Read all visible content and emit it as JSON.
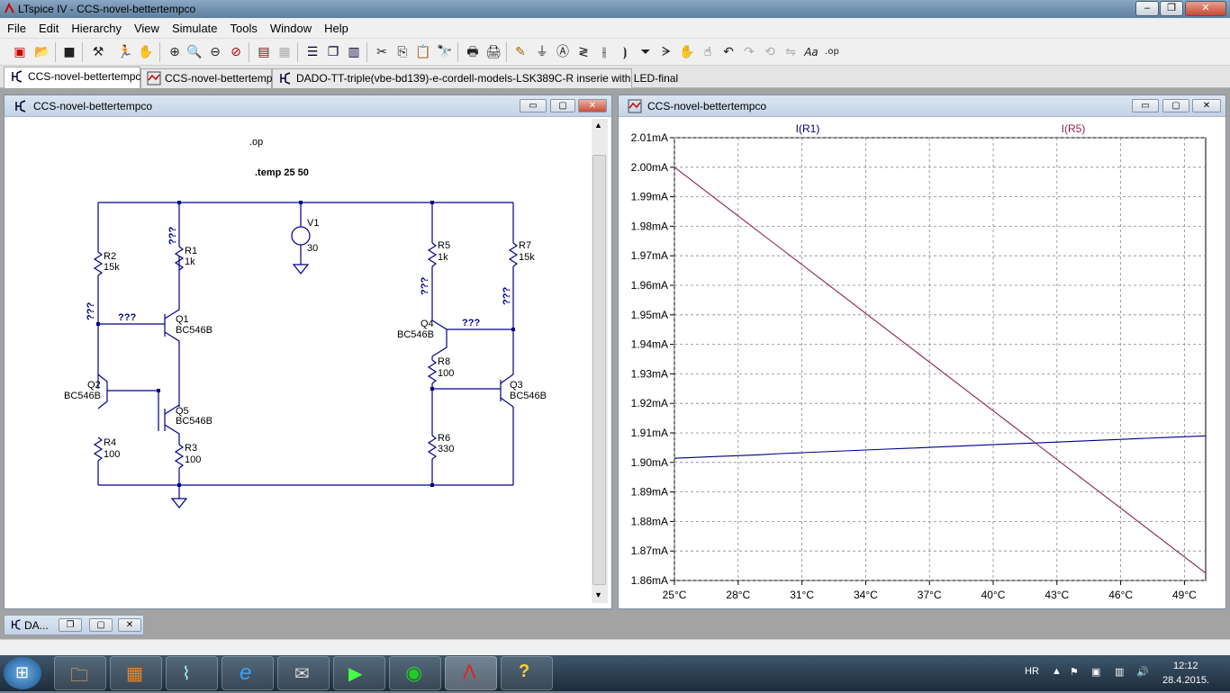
{
  "window": {
    "title": "LTspice IV - CCS-novel-bettertempco"
  },
  "menu": [
    "File",
    "Edit",
    "Hierarchy",
    "View",
    "Simulate",
    "Tools",
    "Window",
    "Help"
  ],
  "tabs": [
    {
      "label": "CCS-novel-bettertempco",
      "icon": "schematic-icon"
    },
    {
      "label": "CCS-novel-bettertempco",
      "icon": "waveform-icon"
    },
    {
      "label": "DADO-TT-triple(vbe-bd139)-e-cordell-models-LSK389C-R inserie with LED-final",
      "icon": "schematic-icon"
    }
  ],
  "schematic": {
    "title": "CCS-novel-bettertempco",
    "directives": [
      ".op",
      ".temp 25 50"
    ],
    "components": {
      "R1": {
        "name": "R1",
        "value": "1k"
      },
      "R2": {
        "name": "R2",
        "value": "15k"
      },
      "R3": {
        "name": "R3",
        "value": "100"
      },
      "R4": {
        "name": "R4",
        "value": "100"
      },
      "R5": {
        "name": "R5",
        "value": "1k"
      },
      "R6": {
        "name": "R6",
        "value": "330"
      },
      "R7": {
        "name": "R7",
        "value": "15k"
      },
      "R8": {
        "name": "R8",
        "value": "100"
      },
      "Q1": {
        "name": "Q1",
        "model": "BC546B"
      },
      "Q2": {
        "name": "Q2",
        "model": "BC546B"
      },
      "Q3": {
        "name": "Q3",
        "model": "BC546B"
      },
      "Q4": {
        "name": "Q4",
        "model": "BC546B"
      },
      "Q5": {
        "name": "Q5",
        "model": "BC546B"
      },
      "V1": {
        "name": "V1",
        "value": "30"
      }
    },
    "netlabel": "???"
  },
  "waveform": {
    "title": "CCS-novel-bettertempco"
  },
  "chart_data": {
    "type": "line",
    "xlabel": "",
    "ylabel": "",
    "x": [
      25,
      26,
      27,
      28,
      29,
      30,
      31,
      32,
      33,
      34,
      35,
      36,
      37,
      38,
      39,
      40,
      41,
      42,
      43,
      44,
      45,
      46,
      47,
      48,
      49,
      50
    ],
    "x_ticks": [
      "25°C",
      "28°C",
      "31°C",
      "34°C",
      "37°C",
      "40°C",
      "43°C",
      "46°C",
      "49°C"
    ],
    "x_tick_values": [
      25,
      28,
      31,
      34,
      37,
      40,
      43,
      46,
      49
    ],
    "y_ticks": [
      "2.01mA",
      "2.00mA",
      "1.99mA",
      "1.98mA",
      "1.97mA",
      "1.96mA",
      "1.95mA",
      "1.94mA",
      "1.93mA",
      "1.92mA",
      "1.91mA",
      "1.90mA",
      "1.89mA",
      "1.88mA",
      "1.87mA",
      "1.86mA"
    ],
    "y_tick_values": [
      2.01,
      2.0,
      1.99,
      1.98,
      1.97,
      1.96,
      1.95,
      1.94,
      1.93,
      1.92,
      1.91,
      1.9,
      1.89,
      1.88,
      1.87,
      1.86
    ],
    "xlim": [
      25,
      50
    ],
    "ylim": [
      1.86,
      2.01
    ],
    "grid": true,
    "series": [
      {
        "name": "I(R1)",
        "color": "#000080",
        "values": [
          1.9014,
          1.9017,
          1.902,
          1.9023,
          1.9026,
          1.903,
          1.9033,
          1.9036,
          1.9039,
          1.9042,
          1.9045,
          1.9048,
          1.9051,
          1.9054,
          1.9057,
          1.906,
          1.9063,
          1.9066,
          1.9069,
          1.9072,
          1.9075,
          1.9078,
          1.9081,
          1.9084,
          1.9087,
          1.909
        ]
      },
      {
        "name": "I(R5)",
        "color": "#8b2252",
        "values": [
          2.0,
          1.9945,
          1.989,
          1.9835,
          1.978,
          1.9725,
          1.967,
          1.9615,
          1.956,
          1.9505,
          1.945,
          1.9395,
          1.934,
          1.9285,
          1.923,
          1.9175,
          1.912,
          1.9065,
          1.901,
          1.8955,
          1.89,
          1.8845,
          1.879,
          1.8735,
          1.868,
          1.8625
        ]
      }
    ]
  },
  "minimized": {
    "label": "DA..."
  },
  "taskbar": {
    "lang": "HR",
    "time": "12:12",
    "date": "28.4.2015."
  }
}
